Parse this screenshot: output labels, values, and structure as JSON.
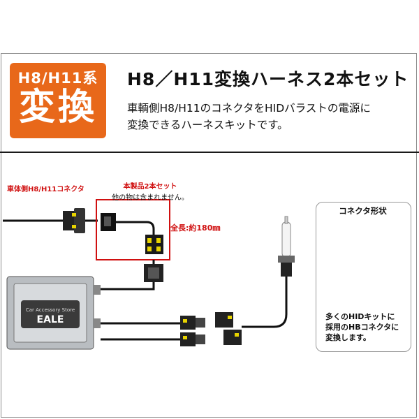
{
  "badge": {
    "line1": "H8/H11系",
    "line2": "変換"
  },
  "header": {
    "title": "H8／H11変換ハーネス2本セット",
    "description": "車輌側H8/H11のコネクタをHIDバラストの電源に\n変換できるハーネスキットです。"
  },
  "diagram": {
    "vehicle_connector_label": "車体側H8/H11コネクタ",
    "product_label": "本製品2本セット",
    "product_note": "他の物は含まれません。",
    "length_label": "全長:約180㎜",
    "ballast_brand_line1": "Car Accessory Store",
    "ballast_brand_line2": "EALE"
  },
  "panel": {
    "title": "コネクタ形状",
    "note": "多くのHIDキットに\n採用のHBコネクタに\n変換します。"
  },
  "colors": {
    "badge": "#e8681a",
    "highlight_red": "#d01010"
  }
}
